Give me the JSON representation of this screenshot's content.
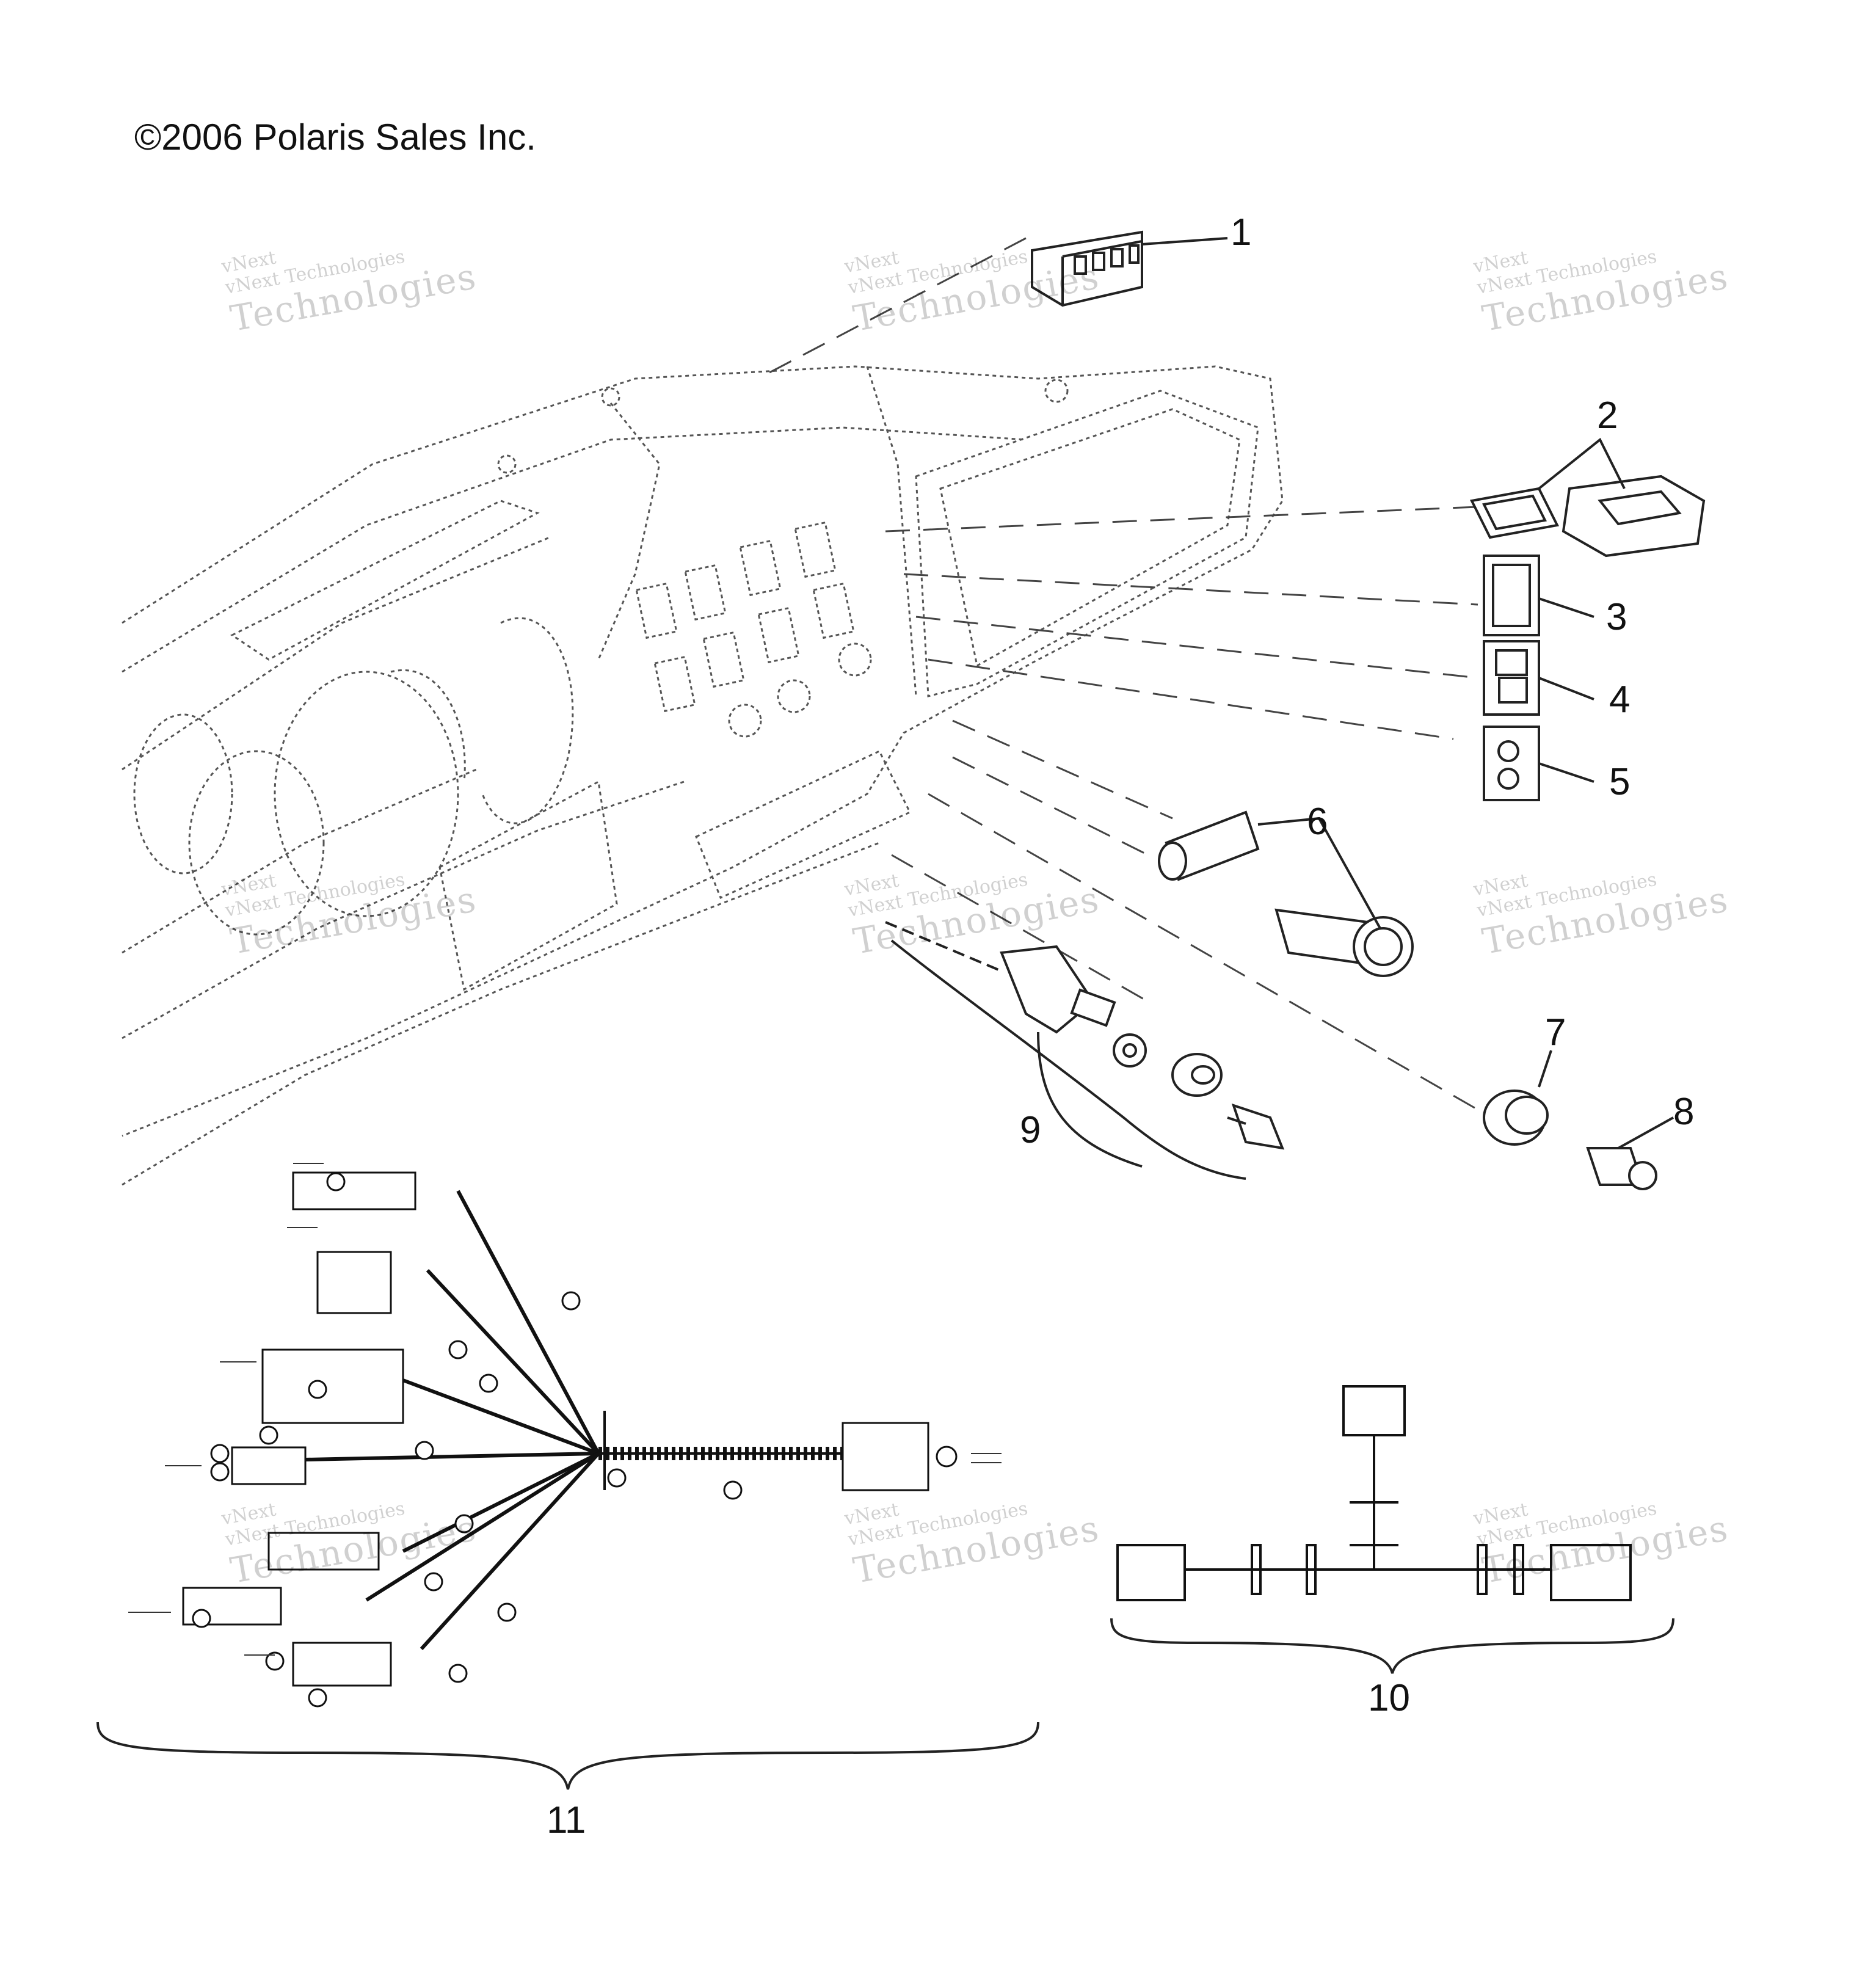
{
  "copyright": "©2006 Polaris Sales Inc.",
  "watermark": {
    "top_text": "vNext",
    "small_text": "vNext Technologies",
    "big_text": "Technologies"
  },
  "callouts": [
    {
      "id": "1",
      "label": "1"
    },
    {
      "id": "2",
      "label": "2"
    },
    {
      "id": "3",
      "label": "3"
    },
    {
      "id": "4",
      "label": "4"
    },
    {
      "id": "5",
      "label": "5"
    },
    {
      "id": "6",
      "label": "6"
    },
    {
      "id": "7",
      "label": "7"
    },
    {
      "id": "8",
      "label": "8"
    },
    {
      "id": "9",
      "label": "9"
    },
    {
      "id": "10",
      "label": "10"
    },
    {
      "id": "11",
      "label": "11"
    }
  ],
  "colors": {
    "line": "#222222",
    "dash": "#444444",
    "faint": "#888888"
  }
}
